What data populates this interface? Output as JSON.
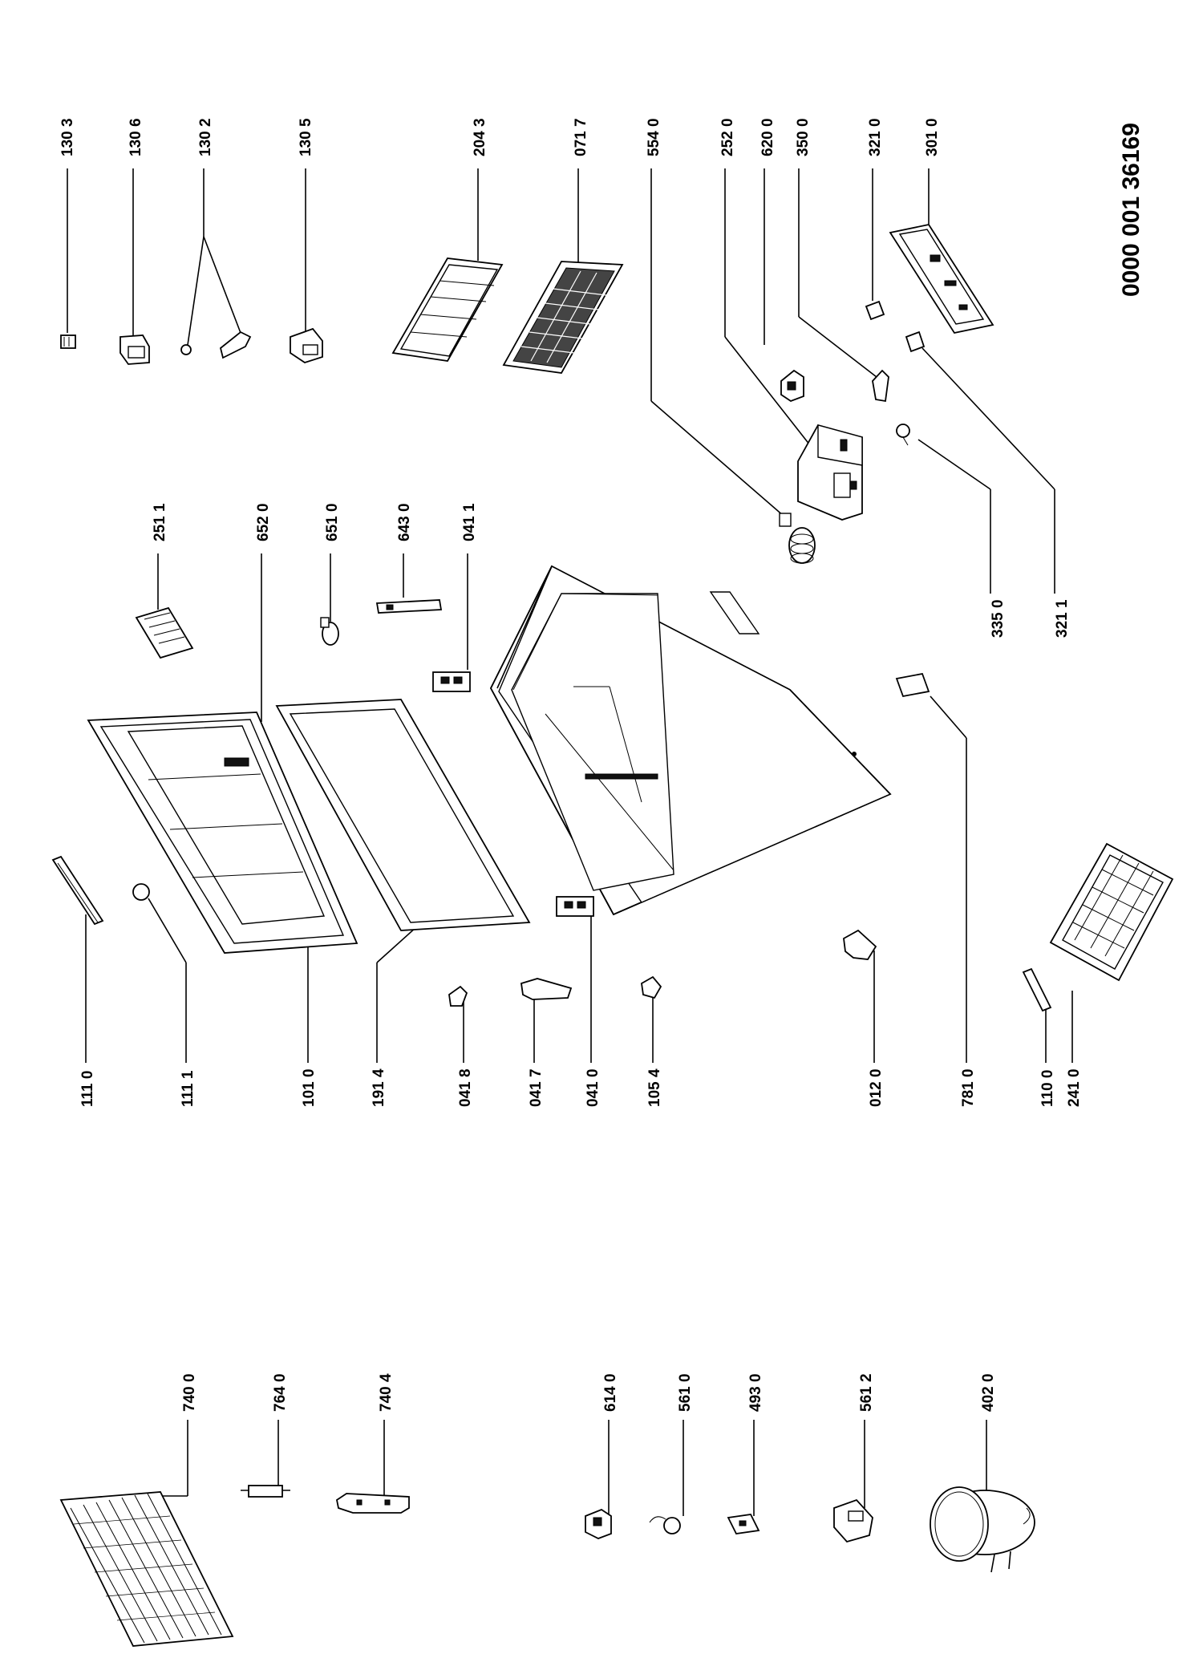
{
  "diagram": {
    "doc_code": "0000 001 36169",
    "labels": [
      "130 3",
      "130 6",
      "130 2",
      "130 5",
      "204 3",
      "071 7",
      "554 0",
      "252 0",
      "620 0",
      "350 0",
      "321 0",
      "301 0",
      "251 1",
      "652 0",
      "651 0",
      "643 0",
      "041 1",
      "335 0",
      "321 1",
      "111 0",
      "111 1",
      "101 0",
      "191 4",
      "041 8",
      "041 7",
      "041 0",
      "105 4",
      "012 0",
      "781 0",
      "110 0",
      "241 0",
      "740 0",
      "764 0",
      "740 4",
      "614 0",
      "561 0",
      "493 0",
      "561 2",
      "402 0"
    ]
  }
}
